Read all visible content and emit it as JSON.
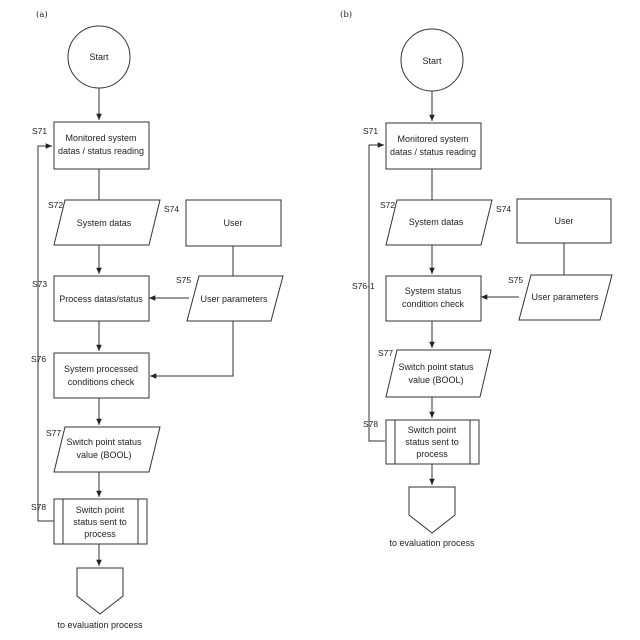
{
  "panels": {
    "a": "(a)",
    "b": "(b)"
  },
  "diagram_a": {
    "start": "Start",
    "monitor": [
      "Monitored system",
      "datas / status reading"
    ],
    "system_datas": "System datas",
    "user": "User",
    "process": "Process datas/status",
    "user_params": "User parameters",
    "check": [
      "System processed",
      "conditions check"
    ],
    "switch_value": [
      "Switch point status",
      "value (BOOL)"
    ],
    "switch_sent": [
      "Switch point",
      "status sent to",
      "process"
    ],
    "evaluation": "to evaluation process",
    "steps": {
      "s71": "S71",
      "s72": "S72",
      "s73": "S73",
      "s74": "S74",
      "s75": "S75",
      "s76": "S76",
      "s77": "S77",
      "s78": "S78"
    }
  },
  "diagram_b": {
    "start": "Start",
    "monitor": [
      "Monitored system",
      "datas / status reading"
    ],
    "system_datas": "System datas",
    "user": "User",
    "status_check": [
      "System status",
      "condition check"
    ],
    "user_params": "User parameters",
    "switch_value": [
      "Switch point status",
      "value (BOOL)"
    ],
    "switch_sent": [
      "Switch point",
      "status sent to",
      "process"
    ],
    "evaluation": "to evaluation process",
    "steps": {
      "s71": "S71",
      "s72": "S72",
      "s74": "S74",
      "s75": "S75",
      "s761": "S76-1",
      "s77": "S77",
      "s78": "S78"
    }
  }
}
